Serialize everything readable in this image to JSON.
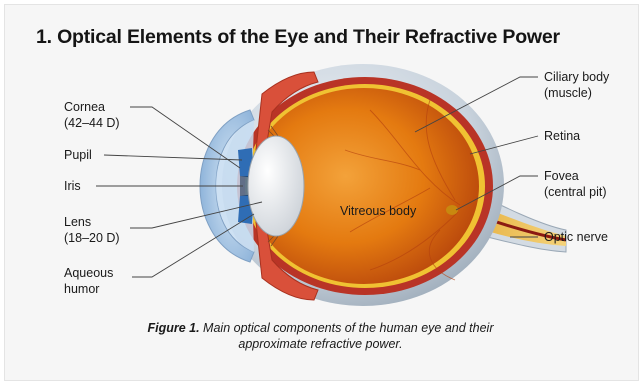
{
  "title": "1. Optical Elements of the Eye and Their Refractive Power",
  "labels_left": {
    "cornea": "Cornea",
    "cornea_power": "(42–44 D)",
    "pupil": "Pupil",
    "iris": "Iris",
    "lens": "Lens",
    "lens_power": "(18–20 D)",
    "aqueous_1": "Aqueous",
    "aqueous_2": "humor"
  },
  "labels_right": {
    "ciliary_1": "Ciliary body",
    "ciliary_2": "(muscle)",
    "retina": "Retina",
    "fovea_1": "Fovea",
    "fovea_2": "(central pit)",
    "optic_nerve": "Optic nerve"
  },
  "center_label": "Vitreous body",
  "caption": {
    "prefix": "Figure 1.",
    "line1": "Main optical components of the human eye and their",
    "line2": "approximate refractive power."
  },
  "colors": {
    "sclera": "#c8d2dc",
    "choroid": "#c0392b",
    "vitreous": "#e07a12",
    "retina": "#f0c232",
    "muscle": "#d9503a",
    "iris": "#2f6db5",
    "lens": "#eef0f2",
    "cornea": "#aac8e8"
  }
}
